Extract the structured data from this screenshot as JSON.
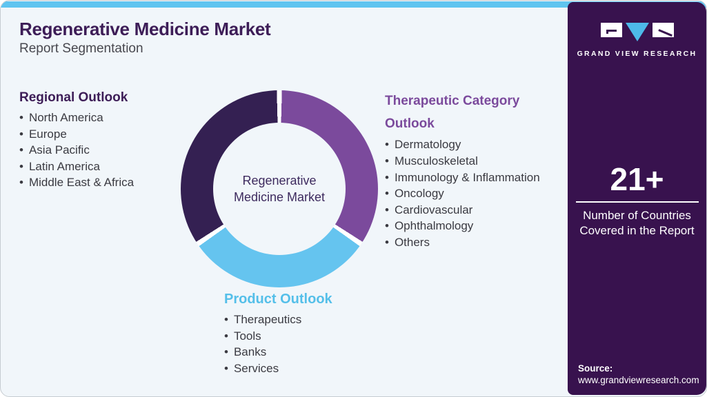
{
  "header": {
    "title": "Regenerative Medicine Market",
    "subtitle": "Report Segmentation"
  },
  "sections": {
    "regional": {
      "heading": "Regional Outlook",
      "items": [
        "North America",
        "Europe",
        "Asia Pacific",
        "Latin America",
        "Middle East & Africa"
      ]
    },
    "therapeutic": {
      "heading": "Therapeutic Category Outlook",
      "items": [
        "Dermatology",
        "Musculoskeletal",
        "Immunology & Inflammation",
        "Oncology",
        "Cardiovascular",
        "Ophthalmology",
        "Others"
      ]
    },
    "product": {
      "heading": "Product Outlook",
      "items": [
        "Therapeutics",
        "Tools",
        "Banks",
        "Services"
      ]
    }
  },
  "chart_data": {
    "type": "pie",
    "variant": "donut",
    "title": "Regenerative Medicine Market",
    "center_label": "Regenerative Medicine Market",
    "gap_deg": 3,
    "gap_color": "#ffffff",
    "slices": [
      {
        "label": "Therapeutic Category Outlook",
        "color": "#7b4a9c",
        "start_deg": 0,
        "end_deg": 124
      },
      {
        "label": "Product Outlook",
        "color": "#65c4ef",
        "start_deg": 124,
        "end_deg": 236
      },
      {
        "label": "Regional Outlook",
        "color": "#342052",
        "start_deg": 236,
        "end_deg": 360
      }
    ],
    "legend_position": "none"
  },
  "sidebar": {
    "brand": "GRAND VIEW RESEARCH",
    "stat_value": "21+",
    "stat_label": "Number of Countries Covered in the Report",
    "source_label": "Source:",
    "source_url": "www.grandviewresearch.com"
  },
  "colors": {
    "accent_bar": "#5fc4f0",
    "title": "#3d1d57",
    "regional_heading": "#3d1d57",
    "therapeutic_heading": "#7b4a9c",
    "product_heading": "#54bfe9",
    "sidebar_bg": "#38124e",
    "logo_triangle": "#4db9e9",
    "body_text": "#3a3a41",
    "page_bg": "#f1f6fa"
  }
}
